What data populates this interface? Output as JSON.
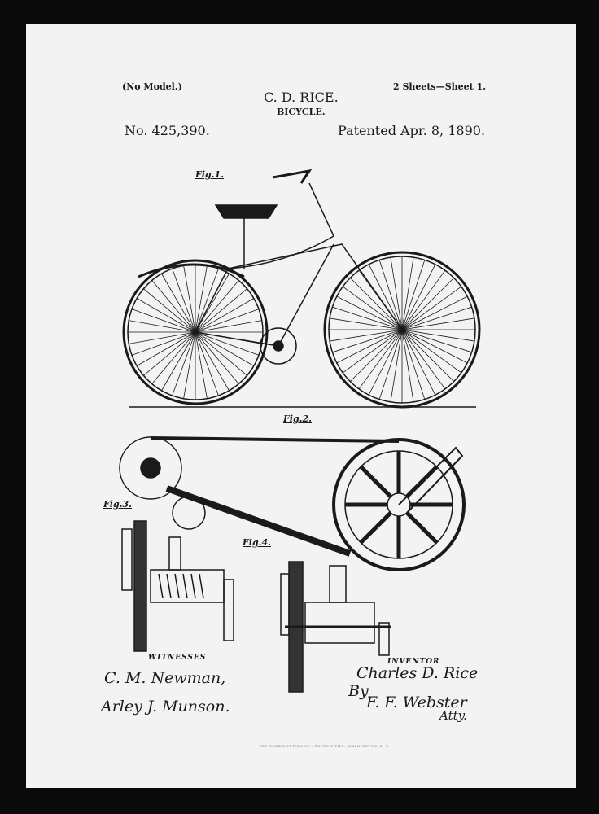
{
  "header": {
    "model_note": "(No Model.)",
    "sheets": "2 Sheets—Sheet 1.",
    "inventor_name": "C. D. RICE.",
    "title": "BICYCLE.",
    "patent_number": "No. 425,390.",
    "patent_date": "Patented Apr. 8, 1890."
  },
  "figures": {
    "fig1": "Fig.1.",
    "fig2": "Fig.2.",
    "fig3": "Fig.3.",
    "fig4": "Fig.4."
  },
  "signatures": {
    "witnesses_label": "WITNESSES",
    "witness1": "C. M. Newman,",
    "witness2": "Arley J. Munson.",
    "inventor_label": "INVENTOR",
    "inventor": "Charles D. Rice",
    "by": "By",
    "attorney": "F. F. Webster",
    "atty": "Atty."
  },
  "footer": "THE NORRIS PETERS CO., PHOTO-LITHO., WASHINGTON, D. C.",
  "colors": {
    "frame": "#0a0a0a",
    "paper": "#f3f3f3",
    "ink": "#1a1a1a"
  }
}
